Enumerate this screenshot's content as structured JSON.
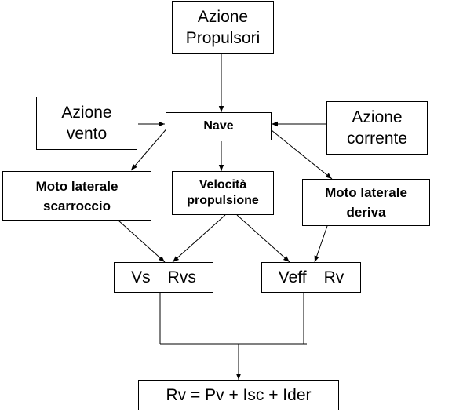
{
  "nodes": {
    "propulsori": {
      "line1": "Azione",
      "line2": "Propulsori"
    },
    "vento": {
      "line1": "Azione",
      "line2": "vento"
    },
    "nave": {
      "label": "Nave"
    },
    "corrente": {
      "line1": "Azione",
      "line2": "corrente"
    },
    "scarroccio": {
      "line1": "Moto laterale",
      "line2": "scarroccio"
    },
    "velocita": {
      "line1": "Velocità",
      "line2": "propulsione"
    },
    "deriva": {
      "line1": "Moto laterale",
      "line2": "deriva"
    },
    "vs_rvs": {
      "a": "Vs",
      "b": "Rvs"
    },
    "veff_rv": {
      "a": "Veff",
      "b": "Rv"
    },
    "formula": {
      "label": "Rv = Pv + Isc + Ider"
    }
  }
}
